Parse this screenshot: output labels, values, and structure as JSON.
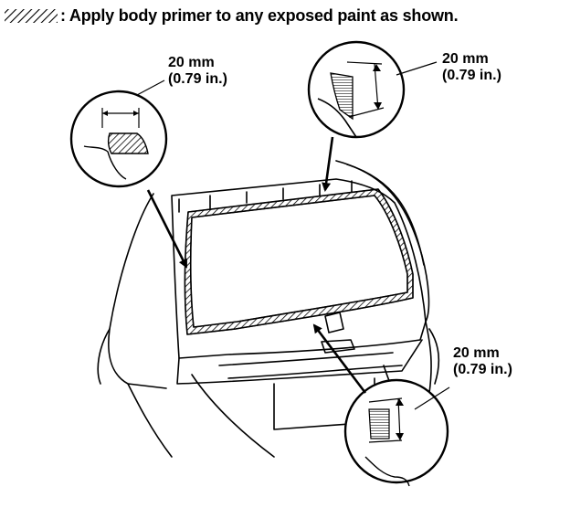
{
  "legend": {
    "symbol": "hatch-swatch",
    "text": ": Apply body primer to any exposed paint as shown."
  },
  "callouts": [
    {
      "name": "callout-top-left",
      "value": "20 mm",
      "value_alt": "(0.79 in.)"
    },
    {
      "name": "callout-top-right",
      "value": "20 mm",
      "value_alt": "(0.79 in.)"
    },
    {
      "name": "callout-bottom-right",
      "value": "20 mm",
      "value_alt": "(0.79 in.)"
    }
  ],
  "colors": {
    "ink": "#000000",
    "paper": "#ffffff"
  }
}
